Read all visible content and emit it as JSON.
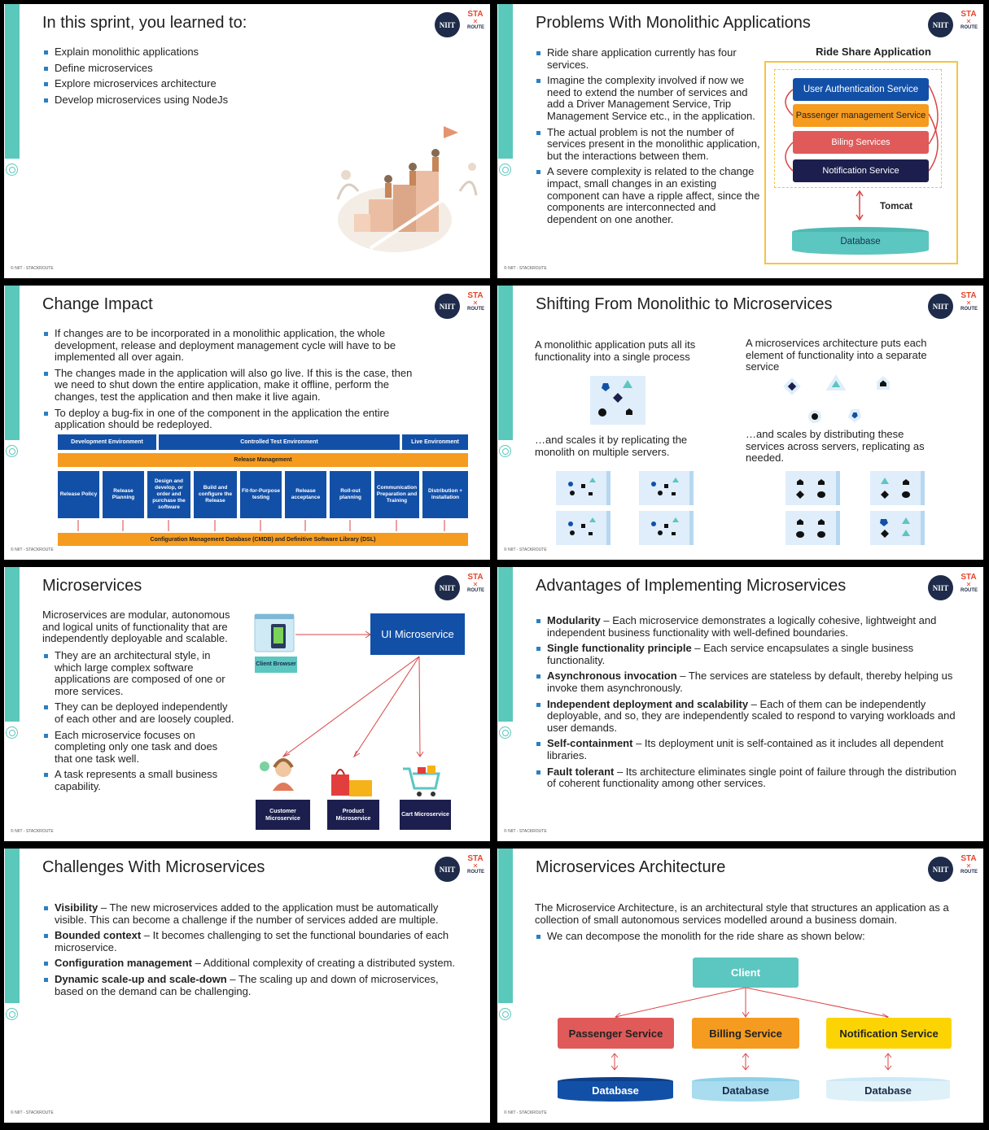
{
  "common": {
    "logo_text": "NIIT",
    "sr_top": "STA",
    "sr_bottom": "ROUTE",
    "footer": "© NIIT - STACKROUTE"
  },
  "slide1": {
    "title": "In this sprint, you learned to:",
    "bullets": [
      "Explain monolithic applications",
      "Define microservices",
      "Explore microservices architecture",
      "Develop microservices using NodeJs"
    ]
  },
  "slide2": {
    "title": "Problems With Monolithic Applications",
    "bullets": [
      "Ride share application currently has four services.",
      "Imagine the complexity involved if now we need to extend the number of services and add a Driver Management Service, Trip Management Service etc., in the application.",
      "The actual problem is not the number of services present in the monolithic application, but the interactions between them.",
      "A severe complexity is related to the change impact, small changes in an existing component can have a ripple affect, since the components are interconnected and dependent on one another."
    ],
    "diagram": {
      "title": "Ride Share Application",
      "services": [
        "User Authentication Service",
        "Passenger management Service",
        "Biling Services",
        "Notification Service"
      ],
      "tomcat": "Tomcat",
      "database": "Database"
    },
    "colors": {
      "blue": "#1250a8",
      "orange": "#f59b1f",
      "red": "#e05a5a",
      "navy": "#1c1f4d",
      "teal": "#5cc6c0",
      "frame": "#f4c542"
    }
  },
  "slide3": {
    "title": "Change Impact",
    "bullets": [
      "If changes are to be incorporated in a monolithic application, the whole development, release and deployment management cycle will have to be implemented all over again.",
      "The changes made in the application will also go live. If this is the case, then we need to shut down the entire application, make it offline, perform the changes, test the application and then make it live again.",
      "To deploy a bug-fix in one of the component in the application the entire application should be redeployed."
    ],
    "env": [
      "Development Environment",
      "Controlled Test Environment",
      "Live Environment"
    ],
    "release": "Release Management",
    "steps": [
      "Release Policy",
      "Release Planning",
      "Design and develop, or order and purchase the software",
      "Build and configure the Release",
      "Fit-for-Purpose testing",
      "Release acceptance",
      "Roll-out planning",
      "Communication Preparation and Training",
      "Distribution + installation"
    ],
    "cmdb": "Configuration Management Database (CMDB) and Definitive Software Library (DSL)"
  },
  "slide4": {
    "title": "Shifting From Monolithic to Microservices",
    "left1": "A monolithic application puts all its functionality into a single process",
    "left2": "…and scales it by replicating the monolith on multiple servers.",
    "right1": "A microservices architecture puts each element of functionality into a separate service",
    "right2": "…and scales by distributing these services across servers, replicating as needed."
  },
  "slide5": {
    "title": "Microservices",
    "intro": "Microservices are modular, autonomous and logical units of functionality that are independently deployable and scalable.",
    "bullets": [
      "They are an architectural style, in which large complex software applications are composed of one or more services.",
      "They can be deployed independently of each other and are loosely coupled.",
      "Each microservice focuses on completing only one task and does that one task well.",
      "A task represents a small business capability."
    ],
    "client": "Client Browser",
    "ui": "UI Microservice",
    "services": [
      "Customer Microservice",
      "Product Microservice",
      "Cart Microservice"
    ]
  },
  "slide6": {
    "title": "Advantages of Implementing Microservices",
    "items": [
      {
        "b": "Modularity",
        "t": " – Each microservice demonstrates a logically cohesive, lightweight and independent business functionality with well-defined boundaries."
      },
      {
        "b": "Single functionality principle",
        "t": " – Each service encapsulates a single business functionality."
      },
      {
        "b": "Asynchronous invocation",
        "t": " – The services are stateless by default, thereby helping us invoke them asynchronously."
      },
      {
        "b": "Independent deployment and scalability",
        "t": " – Each of them can be independently deployable, and so, they are independently scaled to respond to varying workloads and user demands."
      },
      {
        "b": "Self-containment",
        "t": " – Its deployment unit is self-contained as it includes all dependent libraries."
      },
      {
        "b": "Fault tolerant",
        "t": " – Its architecture eliminates single point of failure through the distribution of coherent functionality among other services."
      }
    ]
  },
  "slide7": {
    "title": "Challenges With Microservices",
    "items": [
      {
        "b": "Visibility",
        "t": " – The new microservices added to the application must be automatically visible. This can become a challenge if the number of services added are multiple."
      },
      {
        "b": "Bounded context",
        "t": " – It becomes challenging to set the functional boundaries of each microservice."
      },
      {
        "b": "Configuration management",
        "t": " – Additional complexity of creating a distributed system."
      },
      {
        "b": "Dynamic scale-up and scale-down",
        "t": " – The scaling up and down of microservices, based on the demand can be challenging."
      }
    ]
  },
  "slide8": {
    "title": "Microservices Architecture",
    "intro": "The Microservice Architecture, is an architectural style that structures an application as a collection of small autonomous services modelled around a business domain.",
    "bullet": "We can decompose the monolith for the ride share as shown below:",
    "client": "Client",
    "services": [
      "Passenger Service",
      "Billing Service",
      "Notification Service"
    ],
    "database": "Database"
  }
}
